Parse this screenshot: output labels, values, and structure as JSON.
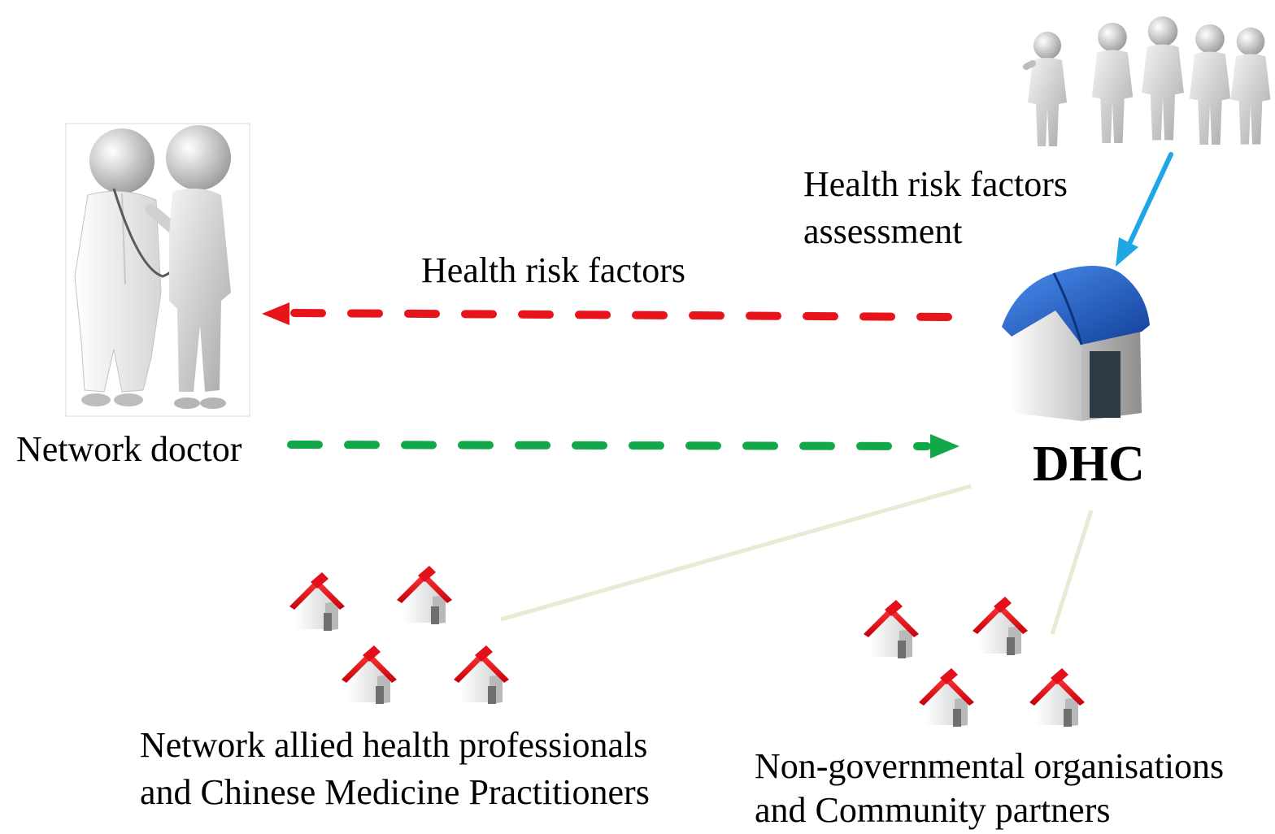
{
  "labels": {
    "network_doctor": "Network doctor",
    "dhc": "DHC",
    "risk_factors": "Health risk factors",
    "assessment_line1": "Health risk factors",
    "assessment_line2": "assessment",
    "allied_line1": "Network allied health professionals",
    "allied_line2": "and Chinese Medicine Practitioners",
    "ngo_line1": "Non-governmental organisations",
    "ngo_line2": "and Community partners"
  },
  "icons": {
    "doctor": "doctor-patient-figures-icon",
    "people": "people-group-icon",
    "dhc": "dhc-house-icon",
    "small_house": "small-house-icon"
  },
  "colors": {
    "arrow_risk_factors": "#e8141c",
    "arrow_referral": "#12a84a",
    "arrow_assessment": "#1ea7e4",
    "connector": "#e6ecd4",
    "house_roof_small": "#e0141e",
    "house_roof_dhc": "#1d5fc4"
  }
}
